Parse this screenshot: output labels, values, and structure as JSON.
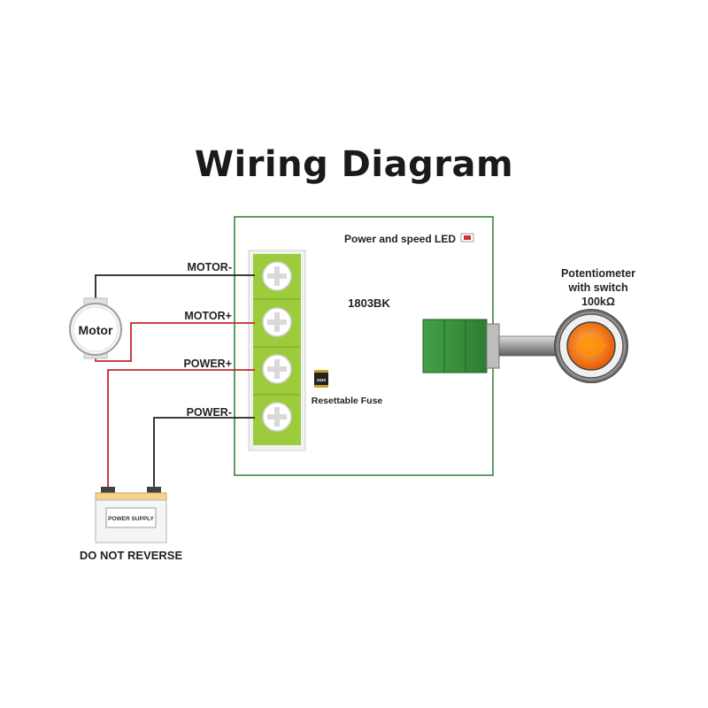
{
  "title": "Wiring Diagram",
  "board": {
    "model": "1803BK",
    "led_label": "Power and speed LED",
    "fuse_label": "Resettable Fuse",
    "fuse_code": "2033"
  },
  "terminals": [
    {
      "label": "MOTOR-"
    },
    {
      "label": "MOTOR+"
    },
    {
      "label": "POWER+"
    },
    {
      "label": "POWER-"
    }
  ],
  "motor": {
    "label": "Motor"
  },
  "power_supply": {
    "label": "POWER SUPPLY",
    "warning": "DO NOT REVERSE"
  },
  "potentiometer": {
    "line1": "Potentiometer",
    "line2": "with switch",
    "line3": "100kΩ"
  },
  "colors": {
    "board_border": "#2e7d32",
    "terminal_green": "#9ccc3c",
    "wire_red": "#c62828",
    "wire_black": "#222222",
    "knob_orange": "#f57c00",
    "led_red": "#d32f2f"
  }
}
